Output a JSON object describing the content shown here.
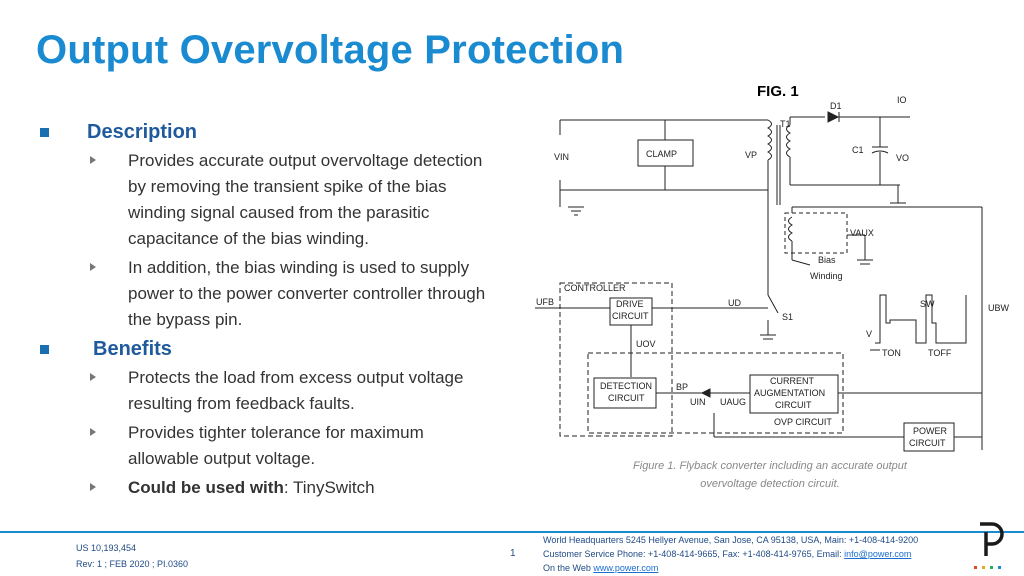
{
  "title": "Output Overvoltage Protection",
  "sections": [
    {
      "heading": "Description",
      "items": [
        "Provides accurate output overvoltage detection by removing the transient spike of the bias winding signal caused from the parasitic capacitance of the bias winding.",
        "In addition, the bias winding is used to supply power to the power converter controller through the bypass pin."
      ]
    },
    {
      "heading": "Benefits",
      "items": [
        "Protects the load from excess output voltage resulting from feedback faults.",
        "Provides tighter tolerance for maximum allowable output voltage.",
        {
          "bold": "Could be used with",
          "rest": ": TinySwitch"
        }
      ]
    }
  ],
  "figure": {
    "label": "FIG. 1",
    "caption_line1": "Figure 1. Flyback converter including an accurate output",
    "caption_line2": "overvoltage detection circuit.",
    "labels": {
      "vin": "VIN",
      "clamp": "CLAMP",
      "vp": "VP",
      "t1": "T1",
      "d1": "D1",
      "io": "IO",
      "c1": "C1",
      "vo": "VO",
      "vaux": "VAUX",
      "bias": "Bias",
      "winding": "Winding",
      "controller": "CONTROLLER",
      "drive1": "DRIVE",
      "drive2": "CIRCUIT",
      "ufb": "UFB",
      "ud": "UD",
      "s1": "S1",
      "uov": "UOV",
      "det1": "DETECTION",
      "det2": "CIRCUIT",
      "bp": "BP",
      "uin": "UIN",
      "uaug": "UAUG",
      "cur1": "CURRENT",
      "cur2": "AUGMENTATION",
      "cur3": "CIRCUIT",
      "ovp": "OVP CIRCUIT",
      "pwr1": "POWER",
      "pwr2": "CIRCUIT",
      "sw": "SW",
      "ubw": "UBW",
      "v": "V",
      "ton": "TON",
      "toff": "TOFF"
    }
  },
  "footer": {
    "patent": "US 10,193,454",
    "rev": "Rev: 1 ; FEB 2020 ; PI.0360",
    "page": "1",
    "line1": "World Headquarters 5245 Hellyer Avenue, San Jose, CA 95138, USA, Main: +1-408-414-9200",
    "line2_pre": "Customer Service Phone: +1-408-414-9665, Fax: +1-408-414-9765, Email: ",
    "line2_link": "info@power.com",
    "line3_pre": "On the Web ",
    "line3_link": "www.power.com"
  },
  "colors": {
    "title": "#1a8bd0",
    "heading": "#1f5a9c",
    "rule": "#1a8bd0",
    "logo_dots": [
      "#e8462b",
      "#f2a51a",
      "#2cab5b",
      "#1a8bd0"
    ]
  },
  "icons": [
    "square-bullet-icon",
    "triangle-bullet-icon",
    "power-integrations-logo"
  ]
}
